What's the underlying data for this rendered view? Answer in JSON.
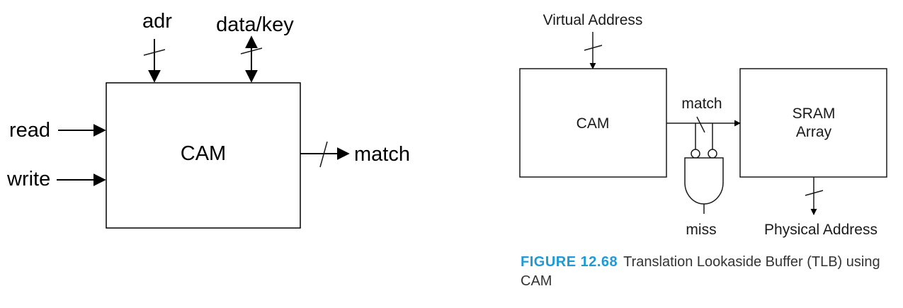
{
  "left_diagram": {
    "block_label": "CAM",
    "inputs": {
      "adr": "adr",
      "data_key": "data/key",
      "read": "read",
      "write": "write"
    },
    "output": "match"
  },
  "right_diagram": {
    "input_label": "Virtual Address",
    "cam_label": "CAM",
    "match_label": "match",
    "sram_label_line1": "SRAM",
    "sram_label_line2": "Array",
    "miss_label": "miss",
    "output_label": "Physical Address"
  },
  "caption": {
    "figure_number": "FIGURE 12.68",
    "text": "Translation Lookaside Buffer (TLB) using CAM"
  },
  "colors": {
    "figure_number": "#1e9ad6"
  }
}
